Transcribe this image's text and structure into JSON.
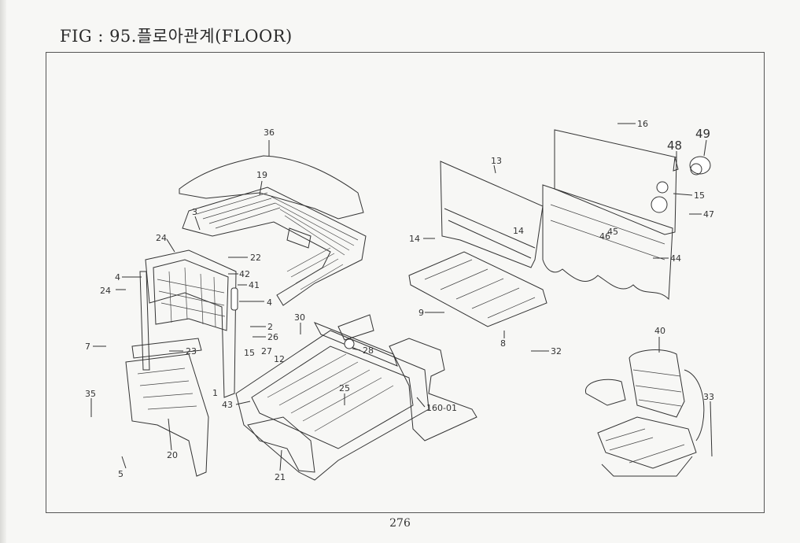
{
  "figure": {
    "title": "FIG : 95.플로아관계(FLOOR)",
    "page_number": "276"
  },
  "callouts": {
    "c36": "36",
    "c19": "19",
    "c3": "3",
    "c24a": "24",
    "c22": "22",
    "c4a": "4",
    "c24b": "24",
    "c42": "42",
    "c41": "41",
    "c4b": "4",
    "c2": "2",
    "c26": "26",
    "c7": "7",
    "c23": "23",
    "c15a": "15",
    "c27": "27",
    "c12": "12",
    "c30": "30",
    "c28": "28",
    "c1": "1",
    "c35": "35",
    "c43": "43",
    "c25": "25",
    "c20": "20",
    "c5": "5",
    "c21": "21",
    "c13": "13",
    "c14a": "14",
    "c14b": "14",
    "c9": "9",
    "c8": "8",
    "c32": "32",
    "c16001": "160-01",
    "c16": "16",
    "c48": "48",
    "c49": "49",
    "c15b": "15",
    "c45": "45",
    "c46": "46",
    "c47": "47",
    "c44": "44",
    "c40": "40",
    "c33": "33"
  }
}
